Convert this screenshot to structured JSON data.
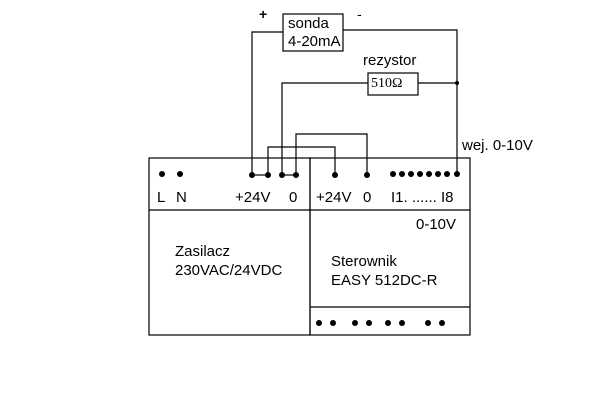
{
  "probe": {
    "line1": "sonda",
    "line2": "4-20mA",
    "plus": "+",
    "minus": "-"
  },
  "resistor": {
    "label": "rezystor",
    "value": "510Ω"
  },
  "input_label": "wej. 0-10V",
  "power_supply": {
    "terminals": {
      "L": "L",
      "N": "N",
      "plus24": "+24V",
      "zero": "0"
    },
    "name_line1": "Zasilacz",
    "name_line2": "230VAC/24VDC"
  },
  "controller": {
    "terminals": {
      "plus24": "+24V",
      "zero": "0",
      "inputs": "I1. ...... I8"
    },
    "range": "0-10V",
    "name_line1": "Sterownik",
    "name_line2": "EASY 512DC-R"
  }
}
